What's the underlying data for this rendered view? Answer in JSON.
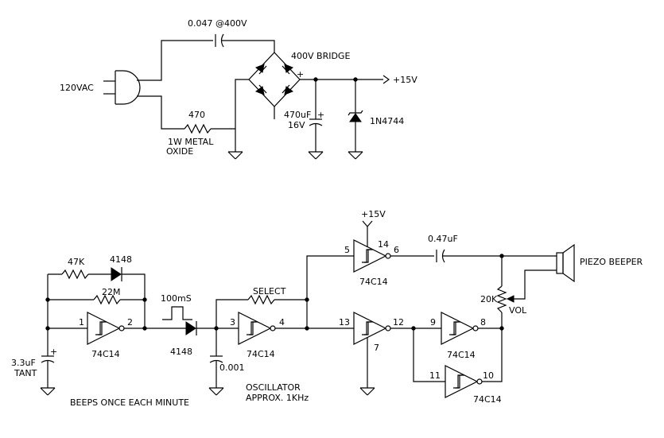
{
  "power_supply": {
    "cap_series": "0.047 @400V",
    "bridge": "400V BRIDGE",
    "ac_input": "120VAC",
    "resistor_value": "470",
    "resistor_note_1": "1W METAL",
    "resistor_note_2": "OXIDE",
    "filter_cap_value": "470uF",
    "filter_cap_voltage": "16V",
    "zener": "1N4744",
    "supply_out": "+15V",
    "plus_sign": "+"
  },
  "timer": {
    "r_47k": "47K",
    "diode_top": "4148",
    "r_22m": "22M",
    "cap": "3.3uF",
    "cap_type": "TANT",
    "gate": "74C14",
    "pin_in": "1",
    "pin_out": "2",
    "caption": "BEEPS ONCE EACH MINUTE",
    "plus_sign": "+"
  },
  "pulse": {
    "width": "100mS",
    "diode": "4148"
  },
  "oscillator": {
    "select": "SELECT",
    "gate": "74C14",
    "pin_in": "3",
    "pin_out": "4",
    "cap": "0.001",
    "caption_1": "OSCILLATOR",
    "caption_2": "APPROX. 1KHz"
  },
  "driver": {
    "supply": "+15V",
    "gate_top": "74C14",
    "pin_5": "5",
    "pin_6": "6",
    "pin_14": "14",
    "pin_13": "13",
    "pin_12": "12",
    "pin_7": "7",
    "pin_9": "9",
    "pin_8": "8",
    "pin_11": "11",
    "pin_10": "10",
    "gate_98": "74C14",
    "gate_1110": "74C14",
    "coupling_cap": "0.47uF",
    "pot": "20K",
    "pot_label": "VOL",
    "beeper": "PIEZO BEEPER"
  }
}
